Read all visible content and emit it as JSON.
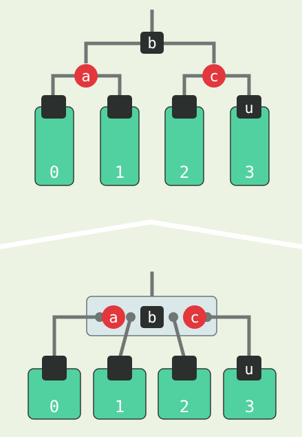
{
  "colors": {
    "background": "#edf3e3",
    "leaf_fill": "#52d1a0",
    "leaf_stroke": "#2e3a33",
    "dark_node": "#2b2f2d",
    "red_node": "#e2373c",
    "line": "#707673",
    "merged_box_fill": "#dbe8ea",
    "merged_box_stroke": "#6e7477",
    "divider": "#ffffff"
  },
  "top_tree": {
    "root": "b",
    "left_child": "a",
    "right_child": "c",
    "leaves": [
      "0",
      "1",
      "2",
      "3"
    ],
    "leaf_tags": [
      "",
      "",
      "",
      "u"
    ]
  },
  "bottom_tree": {
    "merged_node": [
      "a",
      "b",
      "c"
    ],
    "leaves": [
      "0",
      "1",
      "2",
      "3"
    ],
    "leaf_tags": [
      "",
      "",
      "",
      "u"
    ]
  }
}
